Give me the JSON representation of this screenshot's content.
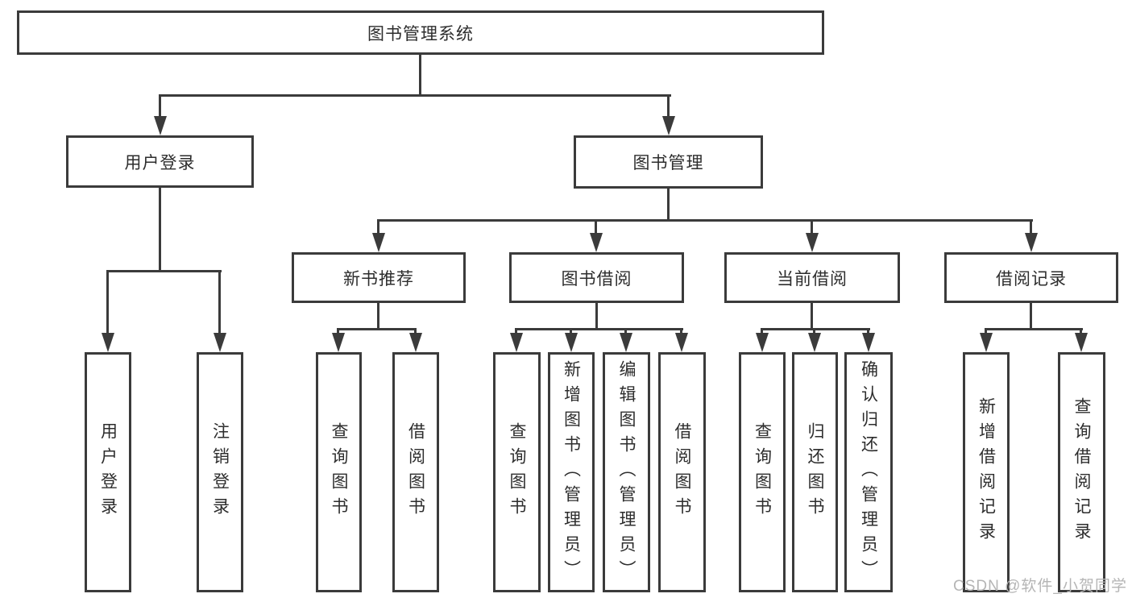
{
  "diagram": {
    "root": {
      "label": "图书管理系统"
    },
    "level2": [
      {
        "label": "用户登录"
      },
      {
        "label": "图书管理"
      }
    ],
    "level3": [
      {
        "label": "新书推荐"
      },
      {
        "label": "图书借阅"
      },
      {
        "label": "当前借阅"
      },
      {
        "label": "借阅记录"
      }
    ],
    "leaves": [
      {
        "label": "用户登录"
      },
      {
        "label": "注销登录"
      },
      {
        "label": "查询图书"
      },
      {
        "label": "借阅图书"
      },
      {
        "label": "查询图书"
      },
      {
        "label": "新增图书（管理员）"
      },
      {
        "label": "编辑图书（管理员）"
      },
      {
        "label": "借阅图书"
      },
      {
        "label": "查询图书"
      },
      {
        "label": "归还图书"
      },
      {
        "label": "确认归还（管理员）"
      },
      {
        "label": "新增借阅记录"
      },
      {
        "label": "查询借阅记录"
      }
    ]
  },
  "watermark": {
    "text": "CSDN @软件_小贺同学"
  },
  "colors": {
    "line": "#3b3b3b",
    "text": "#2d2d2d",
    "watermark": "#b5b5b5",
    "background": "#ffffff"
  }
}
